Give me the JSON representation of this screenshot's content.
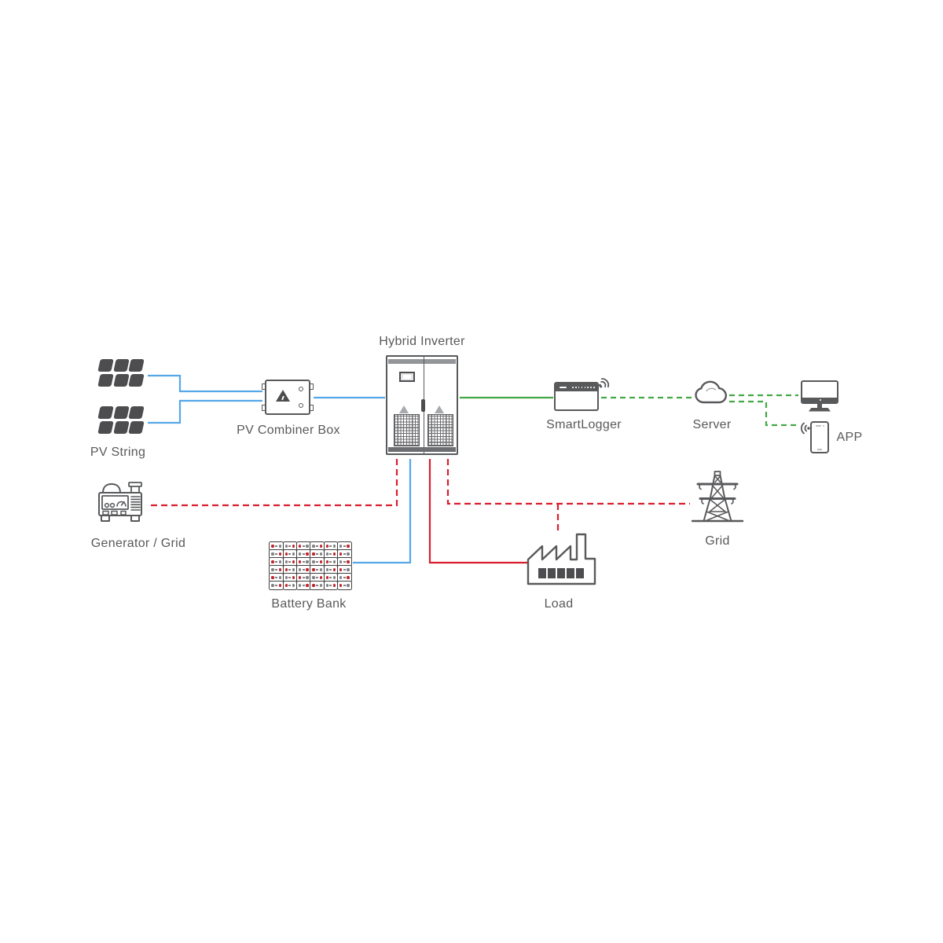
{
  "diagram_title": "Hybrid Inverter energy storage system diagram",
  "colors": {
    "pv_line": "#55a8e8",
    "power_line": "#d91e2e",
    "comm_line": "#43a846",
    "icon_stroke": "#58595b",
    "icon_fill_dark": "#4d4d4f",
    "icon_fill_light": "#a7a9ac",
    "text": "#58595b",
    "background": "#ffffff",
    "battery_dot_red": "#c0272d",
    "battery_dot_gray": "#808285"
  },
  "nodes": {
    "pv_string": {
      "label": "PV String"
    },
    "pv_combiner": {
      "label": "PV Combiner Box"
    },
    "hybrid_inverter": {
      "label": "Hybrid Inverter"
    },
    "smartlogger": {
      "label": "SmartLogger"
    },
    "server": {
      "label": "Server"
    },
    "app": {
      "label": "APP"
    },
    "generator": {
      "label": "Generator / Grid"
    },
    "battery": {
      "label": "Battery Bank"
    },
    "load": {
      "label": "Load"
    },
    "grid": {
      "label": "Grid"
    }
  },
  "icons": {
    "pv_panel": {
      "groups": 2,
      "rows": 2,
      "cols": 3
    },
    "battery_grid": {
      "rows": 6,
      "cols": 6
    }
  },
  "edges": [
    {
      "id": "pv-string-1-to-combiner",
      "from": "pv_string",
      "to": "pv_combiner",
      "line": "solid",
      "color": "pv_line"
    },
    {
      "id": "pv-string-2-to-combiner",
      "from": "pv_string",
      "to": "pv_combiner",
      "line": "solid",
      "color": "pv_line"
    },
    {
      "id": "combiner-to-inverter",
      "from": "pv_combiner",
      "to": "hybrid_inverter",
      "line": "solid",
      "color": "pv_line"
    },
    {
      "id": "inverter-to-battery",
      "from": "hybrid_inverter",
      "to": "battery",
      "line": "solid",
      "color": "pv_line"
    },
    {
      "id": "inverter-to-smartlogger",
      "from": "hybrid_inverter",
      "to": "smartlogger",
      "line": "solid",
      "color": "comm_line"
    },
    {
      "id": "smartlogger-to-server",
      "from": "smartlogger",
      "to": "server",
      "line": "dashed",
      "color": "comm_line"
    },
    {
      "id": "server-to-monitor",
      "from": "server",
      "to": "monitor",
      "line": "dashed",
      "color": "comm_line"
    },
    {
      "id": "server-to-app",
      "from": "server",
      "to": "app",
      "line": "dashed",
      "color": "comm_line"
    },
    {
      "id": "generator-to-inverter",
      "from": "generator",
      "to": "hybrid_inverter",
      "line": "dashed",
      "color": "power_line"
    },
    {
      "id": "inverter-to-grid",
      "from": "hybrid_inverter",
      "to": "grid",
      "line": "dashed",
      "color": "power_line"
    },
    {
      "id": "grid-line-to-load",
      "from": "hybrid_inverter",
      "to": "load",
      "line": "dashed",
      "color": "power_line"
    },
    {
      "id": "inverter-to-load",
      "from": "hybrid_inverter",
      "to": "load",
      "line": "solid",
      "color": "power_line"
    }
  ]
}
